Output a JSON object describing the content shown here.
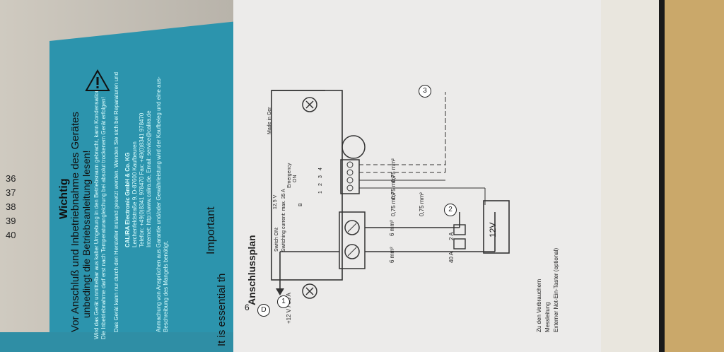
{
  "page": {
    "number": "6",
    "badge": "D"
  },
  "manual_left": {
    "title_de": "Wichtig",
    "heading_1": "Vor Anschluß und Inbetriebnahme des Gerätes",
    "heading_2": "unbedingt die Betriebsanleitung lesen!",
    "body_1": "Wird das Gerät unmittelbar aus kalter Umgebung in den Betriebsraum gebracht, kann Kondensation",
    "body_2": "Die Inbetriebnahme darf erst nach Temperaturangleichung bei absolut trockenem Gerät erfolgen!",
    "body_3": "Das Gerät kann nur durch den Hersteller instand gesetzt werden. Wenden Sie sich bei Reparaturen und",
    "address_1": "CALIRA Electronic GmbH & Co. KG",
    "address_2": "Lerchenfeldstraße 9, D-87600 Kaufbeuren",
    "address_3": "Telefon: +49(0)8341 978470  Fax: +49(0)8341 978470",
    "address_4": "Internet: http://www.calira.de, Email: service@calira.de",
    "body_4": "Anmachung von Ansprüchen aus Garantie und/oder Gewährleistung wird der Kaufbeleg und eine aus-",
    "body_5": "Beschreibung des Mangels benötigt.",
    "important": "Important",
    "essential": "It is essential th",
    "scale_nums": [
      "40",
      "39",
      "38",
      "37",
      "36"
    ]
  },
  "diagram": {
    "title": "Anschlussplan",
    "switch_on": "Switch ON:",
    "switching_current": "Switching current: max. 35 A",
    "voltage": "12,5 V",
    "b_label": "B",
    "emergency": "Emergency",
    "on": "ON",
    "made_in": "Made in Ger",
    "terminals": [
      "1",
      "2",
      "3",
      "4"
    ],
    "cable_6mm": "6 mm²",
    "cable_075": "0,75 mm²",
    "fuse_40": "40 A",
    "fuse_2": "2 A",
    "battery": "12V",
    "output": "+12 V / 35 A",
    "marker_1": "1",
    "marker_2": "2",
    "marker_3": "3",
    "legend": [
      "Zu den Verbrauchern",
      "Messleitung",
      "Externer Not-Ein-Taster (optional)"
    ]
  }
}
